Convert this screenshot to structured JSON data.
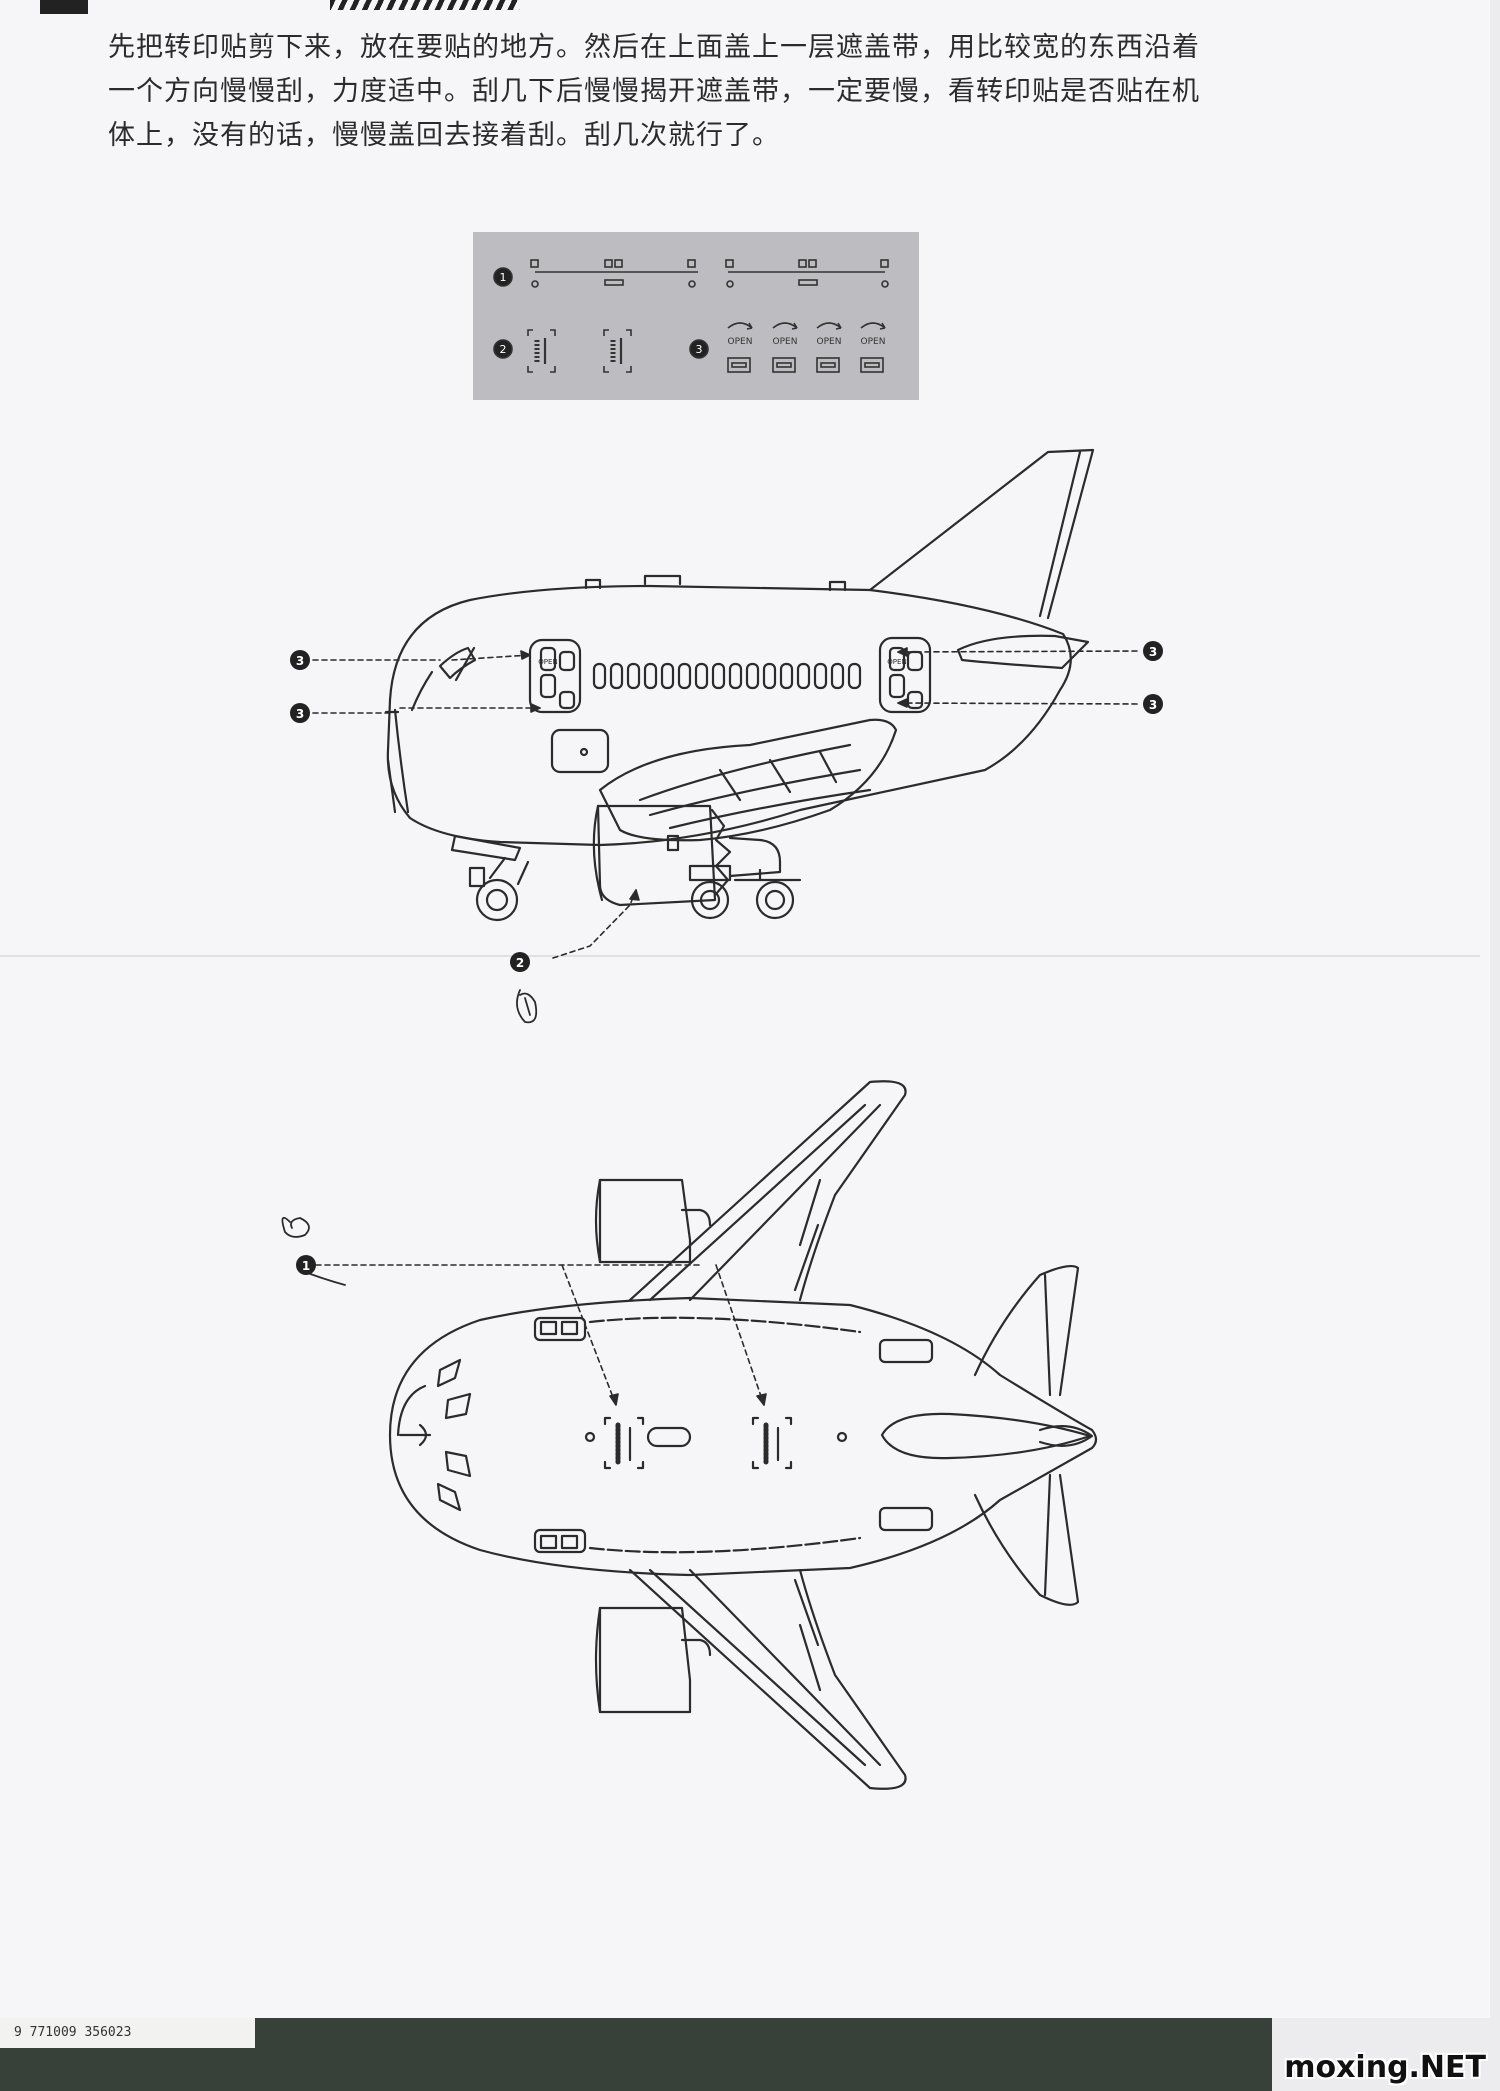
{
  "instructions": {
    "lines": [
      "先把转印贴剪下来，放在要贴的地方。然后在上面盖上一层遮盖带，用比较宽的东西沿着",
      "一个方向慢慢刮，力度适中。刮几下后慢慢揭开遮盖带，一定要慢，看转印贴是否贴在机",
      "体上，没有的话，慢慢盖回去接着刮。刮几次就行了。"
    ]
  },
  "legend": {
    "step_numbers": [
      "1",
      "2",
      "3"
    ],
    "open_labels": [
      "OPEN",
      "OPEN",
      "OPEN",
      "OPEN"
    ],
    "background_color": "#bdbdc1"
  },
  "side_view": {
    "callouts": [
      "3",
      "3",
      "3",
      "3",
      "2"
    ],
    "door_label": "OPEN"
  },
  "top_view": {
    "callouts": [
      "1"
    ]
  },
  "footer": {
    "barcode_text": "9 771009 356023",
    "strip_color": "#37413a"
  },
  "watermark": "moxing.NET"
}
